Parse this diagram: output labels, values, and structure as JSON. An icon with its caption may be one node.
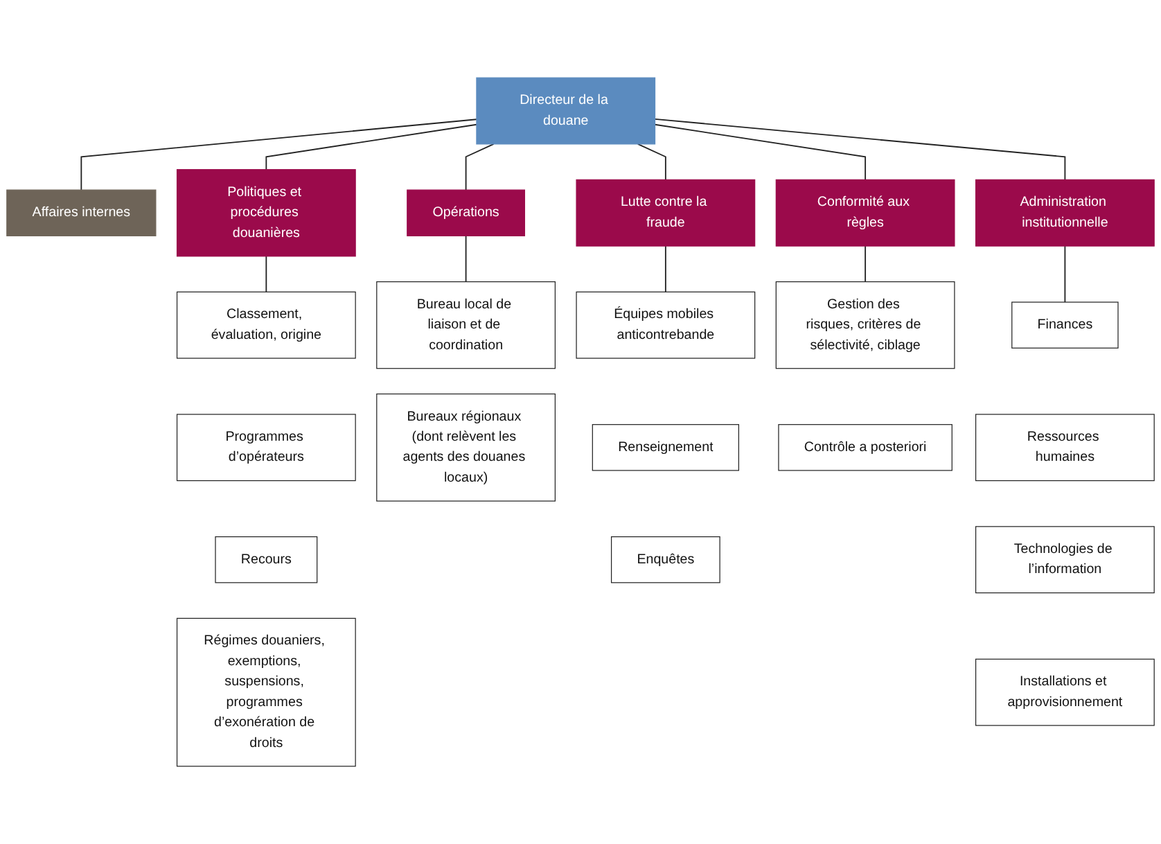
{
  "diagram": {
    "nodes": [
      {
        "text": [
          "Directeur de la douane"
        ]
      },
      {
        "text": [
          "Affaires internes"
        ]
      },
      {
        "text": [
          "Politiques et procédures douanières"
        ]
      },
      {
        "text": [
          "Opérations"
        ]
      },
      {
        "text": [
          "Lutte contre la fraude"
        ]
      },
      {
        "text": [
          "Conformité aux règles"
        ]
      },
      {
        "text": [
          "Administration institutionnelle"
        ]
      },
      {
        "text": [
          "Classement, évaluation, origine"
        ]
      },
      {
        "text": [
          "Programmes d’opérateurs"
        ]
      },
      {
        "text": [
          "Recours"
        ]
      },
      {
        "text": [
          "Régimes douaniers, exemptions, suspensions, programmes d’exonération de droits"
        ]
      },
      {
        "text": [
          "Bureau local de liaison et de coordination"
        ]
      },
      {
        "text": [
          "Bureaux régionaux (dont relèvent les agents des douanes locaux)"
        ]
      },
      {
        "text": [
          "Équipes mobiles anticontrebande"
        ]
      },
      {
        "text": [
          "Renseignement"
        ]
      },
      {
        "text": [
          "Enquêtes"
        ]
      },
      {
        "text": [
          "Gestion des risques, critères de sélectivité, ciblage"
        ]
      },
      {
        "text": [
          "Contrôle a posteriori"
        ]
      },
      {
        "text": [
          "Finances"
        ]
      },
      {
        "text": [
          "Ressources humaines"
        ]
      },
      {
        "text": [
          "Technologies de l’information"
        ]
      },
      {
        "text": [
          "Installations et approvisionnement"
        ]
      }
    ],
    "edges": [
      {
        "from": 0,
        "to": 1,
        "arrow": "none"
      },
      {
        "from": 0,
        "to": 2,
        "arrow": "none"
      },
      {
        "from": 0,
        "to": 3,
        "arrow": "none"
      },
      {
        "from": 0,
        "to": 4,
        "arrow": "none"
      },
      {
        "from": 0,
        "to": 5,
        "arrow": "none"
      },
      {
        "from": 0,
        "to": 6,
        "arrow": "none"
      },
      {
        "from": 2,
        "to": 7,
        "arrow": "none"
      },
      {
        "from": 3,
        "to": 11,
        "arrow": "none"
      },
      {
        "from": 4,
        "to": 13,
        "arrow": "none"
      },
      {
        "from": 5,
        "to": 16,
        "arrow": "none"
      },
      {
        "from": 6,
        "to": 18,
        "arrow": "none"
      }
    ]
  }
}
